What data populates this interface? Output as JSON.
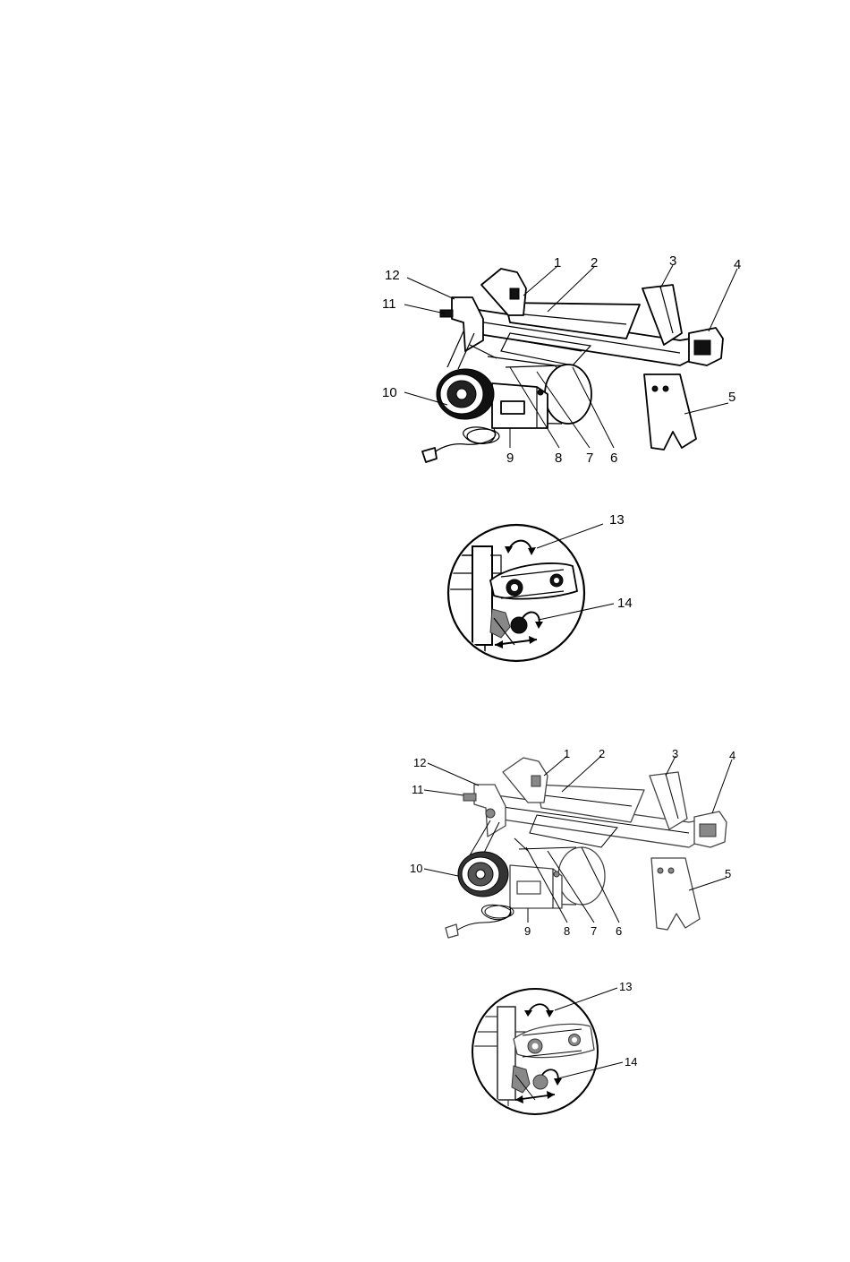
{
  "diagram_top": {
    "labels": [
      "1",
      "2",
      "3",
      "4",
      "5",
      "6",
      "7",
      "8",
      "9",
      "10",
      "11",
      "12"
    ]
  },
  "detail_top": {
    "labels": [
      "13",
      "14"
    ]
  },
  "diagram_bottom": {
    "labels": [
      "1",
      "2",
      "3",
      "4",
      "5",
      "6",
      "7",
      "8",
      "9",
      "10",
      "11",
      "12"
    ]
  },
  "detail_bottom": {
    "labels": [
      "13",
      "14"
    ]
  }
}
